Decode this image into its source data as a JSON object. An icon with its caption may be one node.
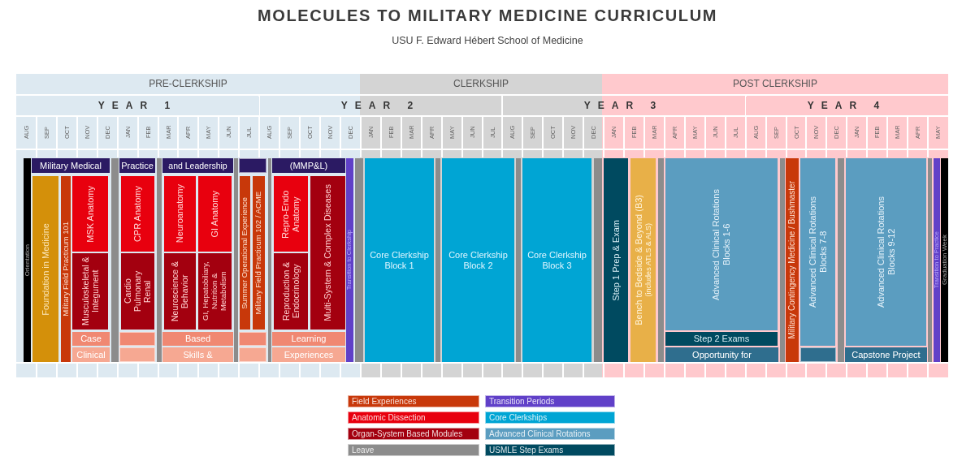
{
  "diagram": {
    "title": "MOLECULES TO MILITARY MEDICINE CURRICULUM",
    "caption": "USU F. Edward Hébert School of Medicine",
    "nodes": [
      {
        "text": [
          "PRE-CLERKSHIP"
        ]
      },
      {
        "text": [
          "CLERKSHIP"
        ]
      },
      {
        "text": [
          "POST CLERKSHIP"
        ]
      },
      {
        "text": [
          "YEAR 1"
        ]
      },
      {
        "text": [
          "YEAR 2"
        ]
      },
      {
        "text": [
          "YEAR 3"
        ]
      },
      {
        "text": [
          "YEAR 4"
        ]
      },
      {
        "text": [
          "Orientation"
        ]
      },
      {
        "text": [
          "Military Medical"
        ]
      },
      {
        "text": [
          "Foundation in Medicine"
        ]
      },
      {
        "text": [
          "Military Field Practicum 101"
        ]
      },
      {
        "text": [
          "MSK Anatomy"
        ]
      },
      {
        "text": [
          "Musculoskeletal & Integument"
        ]
      },
      {
        "text": [
          "Case"
        ]
      },
      {
        "text": [
          "Clinical"
        ]
      },
      {
        "text": [],
        "shape": "bar"
      },
      {
        "text": [
          "Practice"
        ]
      },
      {
        "text": [
          "CPR Anatomy"
        ]
      },
      {
        "text": [
          "Cardio Pulmonary Renal"
        ]
      },
      {
        "text": [],
        "shape": "box"
      },
      {
        "text": [],
        "shape": "box"
      },
      {
        "text": [],
        "shape": "bar"
      },
      {
        "text": [
          "and Leadership"
        ]
      },
      {
        "text": [
          "Neuroanatomy"
        ]
      },
      {
        "text": [
          "GI Anatomy"
        ]
      },
      {
        "text": [
          "Neuroscience & Behavior"
        ]
      },
      {
        "text": [
          "GI, Hepatobiliary, Nutrition & Metabolism"
        ]
      },
      {
        "text": [
          "Based"
        ]
      },
      {
        "text": [
          "Skills &"
        ]
      },
      {
        "text": [],
        "shape": "bar"
      },
      {
        "text": [],
        "shape": "box"
      },
      {
        "text": [
          "Summer Operational Experience"
        ]
      },
      {
        "text": [
          "Military Field Practicum 102 / ACME"
        ]
      },
      {
        "text": [],
        "shape": "box"
      },
      {
        "text": [],
        "shape": "box"
      },
      {
        "text": [],
        "shape": "bar"
      },
      {
        "text": [
          "(MMP&L)"
        ]
      },
      {
        "text": [
          "Repro-Endo Anatomy"
        ]
      },
      {
        "text": [
          "Multi-System & Complex Diseases"
        ]
      },
      {
        "text": [
          "Reproduction & Endocrinology"
        ]
      },
      {
        "text": [
          "Learning"
        ]
      },
      {
        "text": [
          "Experiences"
        ]
      },
      {
        "text": [
          "Transition to Clerkship"
        ]
      },
      {
        "text": [],
        "shape": "bar"
      },
      {
        "text": [
          "Core Clerkship Block 1"
        ]
      },
      {
        "text": [],
        "shape": "bar"
      },
      {
        "text": [
          "Core Clerkship Block 2"
        ]
      },
      {
        "text": [],
        "shape": "bar"
      },
      {
        "text": [
          "Core Clerkship Block 3"
        ]
      },
      {
        "text": [],
        "shape": "bar"
      },
      {
        "text": [
          "Step 1 Prep & Exam"
        ]
      },
      {
        "text": [
          "Bench to Bedside & Beyond (B3)",
          "(includes ATLS & ALS)"
        ]
      },
      {
        "text": [],
        "shape": "bar"
      },
      {
        "text": [
          "Advanced Clinical Rotations Blocks 1-6"
        ]
      },
      {
        "text": [
          "Step 2 Exams"
        ]
      },
      {
        "text": [
          "Opportunity for"
        ]
      },
      {
        "text": [],
        "shape": "bar"
      },
      {
        "text": [
          "Military Contingency Medicine / Bushmaster"
        ]
      },
      {
        "text": [
          "Advanced Clinical Rotations Blocks 7-8"
        ]
      },
      {
        "text": [],
        "shape": "box"
      },
      {
        "text": [],
        "shape": "bar"
      },
      {
        "text": [
          "Advanced Clinical Rotations Blocks 9-12"
        ]
      },
      {
        "text": [
          "Capstone Project"
        ]
      },
      {
        "text": [],
        "shape": "bar"
      },
      {
        "text": [
          "Transition to Practice"
        ]
      },
      {
        "text": [
          "Graduation Week"
        ]
      }
    ],
    "labels": [
      "AUG",
      "SEP",
      "OCT",
      "NOV",
      "DEC",
      "JAN",
      "FEB",
      "MAR",
      "APR",
      "MAY",
      "JUN",
      "JUL",
      "AUG",
      "SEP",
      "OCT",
      "NOV",
      "DEC",
      "JAN",
      "FEB",
      "MAR",
      "APR",
      "MAY",
      "JUN",
      "JUL",
      "AUG",
      "SEP",
      "OCT",
      "NOV",
      "DEC",
      "JAN",
      "FEB",
      "MAR",
      "APR",
      "MAY",
      "JUN",
      "JUL",
      "AUG",
      "SEP",
      "OCT",
      "NOV",
      "DEC",
      "JAN",
      "FEB",
      "MAR",
      "APR",
      "MAY"
    ],
    "legend": [
      {
        "text": "Field Experiences",
        "color": "#c8380a"
      },
      {
        "text": "Anatomic Dissection",
        "color": "#e8000e"
      },
      {
        "text": "Organ-System Based Modules",
        "color": "#a3000f"
      },
      {
        "text": "Leave",
        "color": "#8c8c8c"
      },
      {
        "text": "Transition Periods",
        "color": "#6040c8"
      },
      {
        "text": "Core Clerkships",
        "color": "#00a5d4"
      },
      {
        "text": "Advanced Clinical Rotations",
        "color": "#5b9dc0"
      },
      {
        "text": "USMLE Step Exams",
        "color": "#004a60"
      }
    ]
  }
}
